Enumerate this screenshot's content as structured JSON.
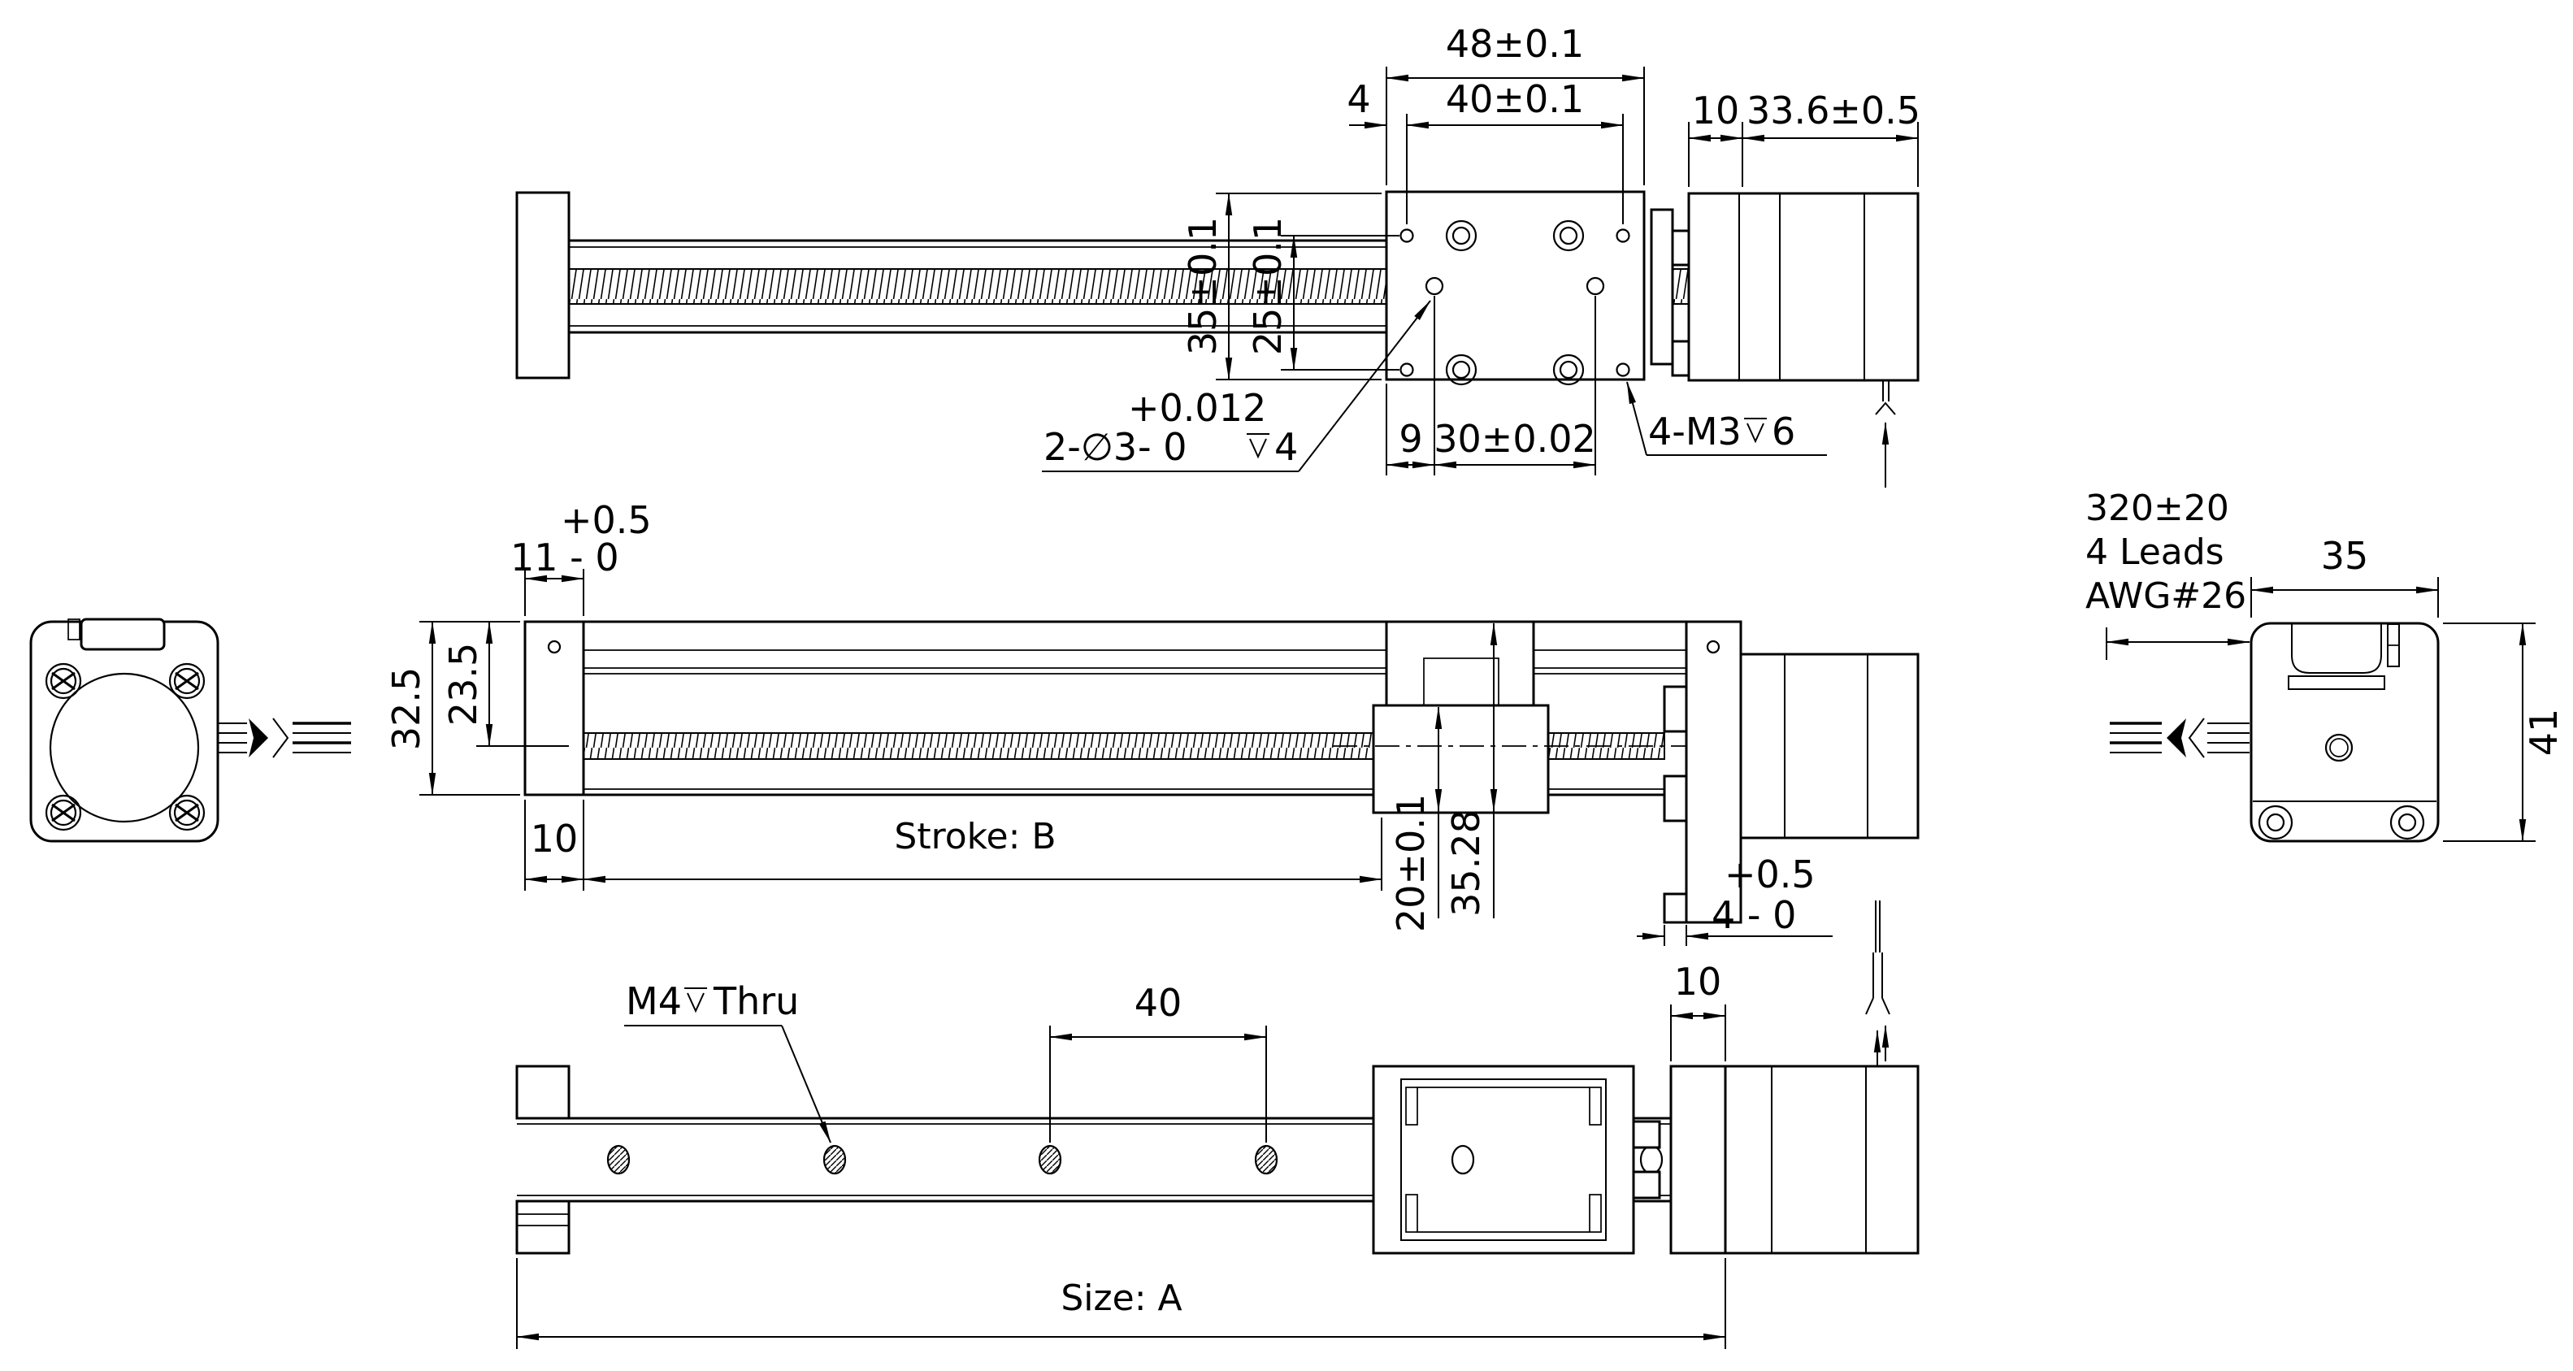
{
  "colors": {
    "line": "#000000",
    "background": "#ffffff"
  },
  "drawing": {
    "top_view": {
      "width_48": "48±0.1",
      "offset_4": "4",
      "width_40": "40±0.1",
      "flange_10": "10",
      "motor_33_6": "33.6±0.5",
      "height_35": "35±0.1",
      "height_25": "25±0.1",
      "offset_9": "9",
      "pitch_30": "30±0.02",
      "dowel_prefix": "2-∅3",
      "dowel_tol_plus": "+0.012",
      "dowel_tol_minus": "- 0",
      "dowel_depth": "4",
      "m3_callout": "4-M3",
      "m3_depth": "6"
    },
    "side_view": {
      "plate_tol_plus": "+0.5",
      "plate_11": "11 - 0",
      "height_32_5": "32.5",
      "height_23_5": "23.5",
      "plate_10": "10",
      "stroke_label": "Stroke: B",
      "height_20": "20±0.1",
      "height_35_28": "35.28",
      "gap_tol_plus": "+0.5",
      "gap_4": "4 - 0"
    },
    "bottom_view": {
      "m4_callout": "M4",
      "m4_thru": "Thru",
      "pitch_40": "40",
      "cap_10": "10",
      "size_label": "Size: A"
    },
    "rear_view": {
      "lead_length": "320±20",
      "lead_count": "4 Leads",
      "lead_gauge": "AWG#26",
      "width_35": "35",
      "height_41": "41"
    }
  }
}
